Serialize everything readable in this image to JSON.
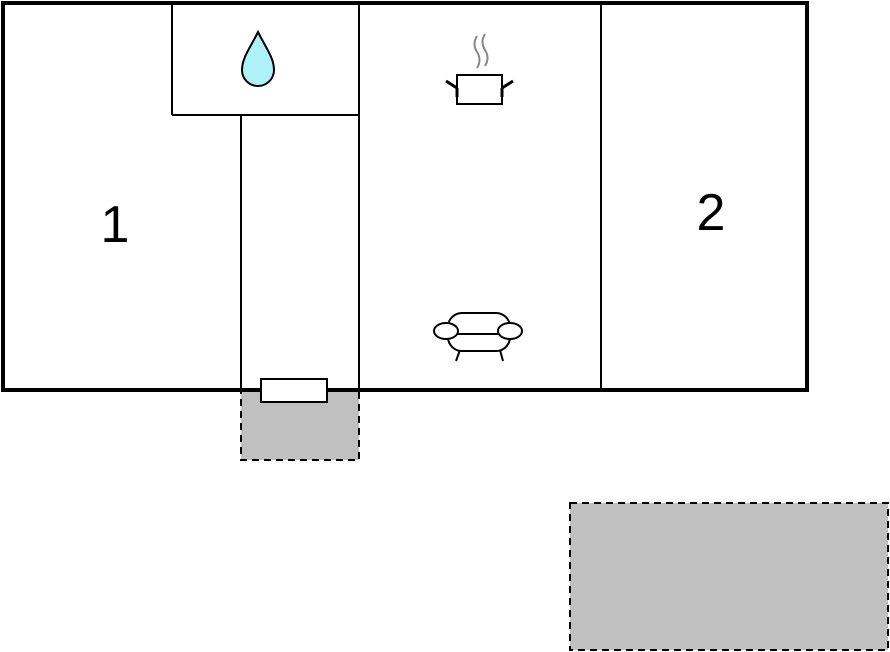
{
  "floorplan": {
    "rooms": [
      {
        "id": "bedroom-1",
        "label": "1"
      },
      {
        "id": "bedroom-2",
        "label": "2"
      },
      {
        "id": "bathroom",
        "icon": "water-drop-icon"
      },
      {
        "id": "hallway"
      },
      {
        "id": "kitchen-living",
        "icons": [
          "cooking-pot-icon",
          "sofa-icon"
        ]
      }
    ],
    "outdoor_areas": [
      "entrance-terrace",
      "terrace"
    ],
    "colors": {
      "wall": "#000000",
      "outdoor_fill": "#c0c0c0",
      "water": "#aef1f7",
      "steam": "#888888",
      "background": "#ffffff"
    }
  }
}
